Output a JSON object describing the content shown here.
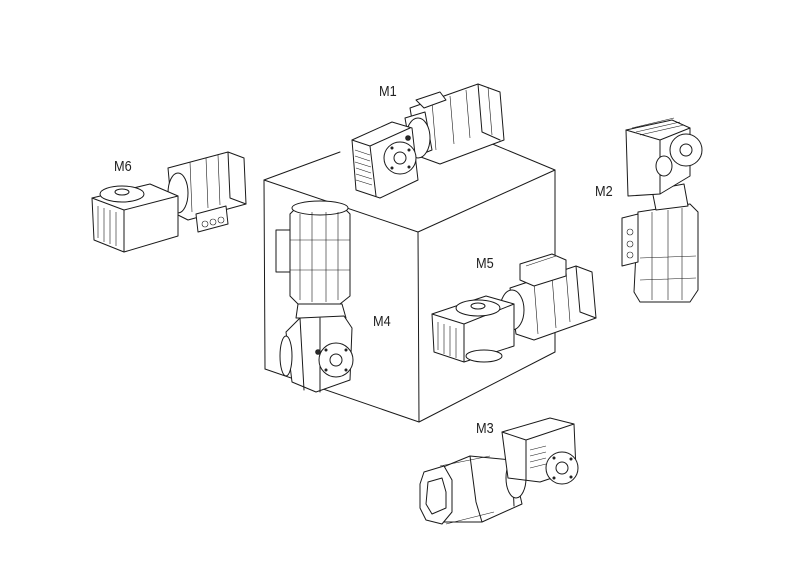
{
  "diagram": {
    "title": "Mounting positions",
    "positions": [
      {
        "id": "m1",
        "label": "M1"
      },
      {
        "id": "m2",
        "label": "M2"
      },
      {
        "id": "m3",
        "label": "M3"
      },
      {
        "id": "m4",
        "label": "M4"
      },
      {
        "id": "m5",
        "label": "M5"
      },
      {
        "id": "m6",
        "label": "M6"
      }
    ]
  },
  "colors": {
    "line": "#1a1a1a",
    "background": "#ffffff"
  }
}
